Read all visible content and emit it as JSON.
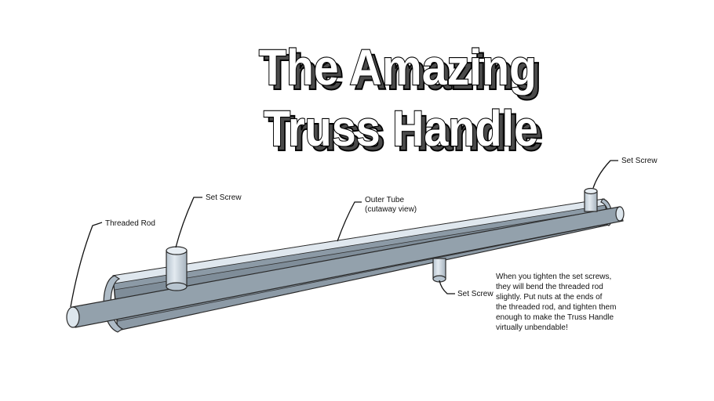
{
  "title": {
    "line1": "The Amazing",
    "line2": "Truss Handle"
  },
  "labels": {
    "set_screw_top_right": "Set Screw",
    "set_screw_left": "Set Screw",
    "set_screw_bottom": "Set Screw",
    "outer_tube_line1": "Outer Tube",
    "outer_tube_line2": "(cutaway view)",
    "threaded_rod": "Threaded Rod"
  },
  "note": {
    "lines": [
      "When you tighten the set screws,",
      "they will bend the threaded rod",
      "slightly.  Put nuts at the ends of",
      "the threaded rod, and tighten them",
      "enough to make the Truss Handle",
      "virtually unbendable!"
    ]
  }
}
